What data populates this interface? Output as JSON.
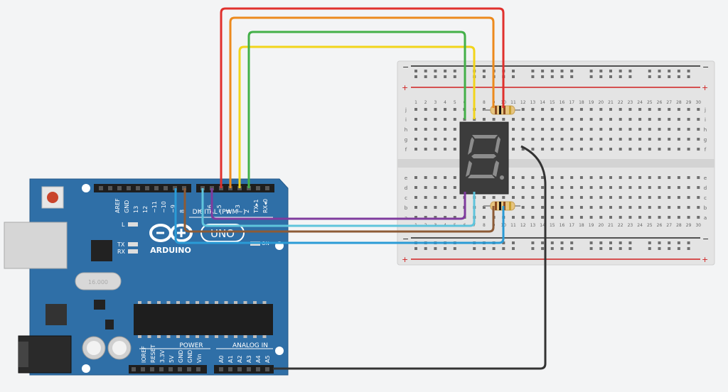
{
  "arduino": {
    "brand": "ARDUINO",
    "model": "UNO",
    "on_label": "ON",
    "l_label": "L",
    "tx_label": "TX",
    "rx_label": "RX",
    "digital_label": "DIGITAL (PWM~)",
    "power_label": "POWER",
    "analog_label": "ANALOG IN",
    "crystal_label": "16.000",
    "digital_pins": [
      "AREF",
      "GND",
      "13",
      "12",
      "~11",
      "~10",
      "~9",
      "8",
      "7",
      "~6",
      "~5",
      "4",
      "~3",
      "2",
      "TX▸1",
      "RX◂0"
    ],
    "power_pins": [
      "IOREF",
      "RESET",
      "3.3V",
      "5V",
      "GND",
      "GND",
      "Vin"
    ],
    "analog_pins": [
      "A0",
      "A1",
      "A2",
      "A3",
      "A4",
      "A5"
    ]
  },
  "breadboard": {
    "rail_minus": "−",
    "rail_plus": "+",
    "row_letters_top": [
      "j",
      "i",
      "h",
      "g",
      "f"
    ],
    "row_letters_bottom": [
      "e",
      "d",
      "c",
      "b",
      "a"
    ],
    "column_numbers": [
      "1",
      "2",
      "3",
      "4",
      "5",
      "6",
      "7",
      "8",
      "9",
      "10",
      "11",
      "12",
      "13",
      "14",
      "15",
      "16",
      "17",
      "18",
      "19",
      "20",
      "21",
      "22",
      "23",
      "24",
      "25",
      "26",
      "27",
      "28",
      "29",
      "30"
    ]
  },
  "display": {
    "digit": "8"
  },
  "colors": {
    "board": "#2f6fa7",
    "wire_red": "#e0302d",
    "wire_orange": "#ec8a1d",
    "wire_green": "#43b048",
    "wire_yellow": "#f2d51b",
    "wire_purple": "#7f3b9e",
    "wire_brown": "#8d5b36",
    "wire_cyan": "#5fc4dc",
    "wire_blue": "#2a9bd6",
    "wire_black": "#333333"
  }
}
